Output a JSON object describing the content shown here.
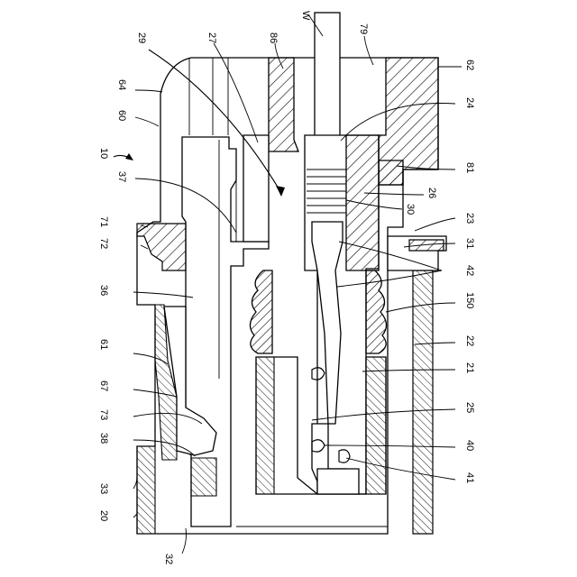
{
  "figure": {
    "labels": {
      "W": "W",
      "n79": "79",
      "n62": "62",
      "n24": "24",
      "n81": "81",
      "n26": "26",
      "n30": "30",
      "n23": "23",
      "n31": "31",
      "n42": "42",
      "n150": "150",
      "n22": "22",
      "n21": "21",
      "n25": "25",
      "n40": "40",
      "n41": "41",
      "n29": "29",
      "n27": "27",
      "n86": "86",
      "n64": "64",
      "n60": "60",
      "n10": "10",
      "n37": "37",
      "n71": "71",
      "n72": "72",
      "n36": "36",
      "n61": "61",
      "n67": "67",
      "n73": "73",
      "n38": "38",
      "n33": "33",
      "n20": "20",
      "n32": "32"
    }
  }
}
